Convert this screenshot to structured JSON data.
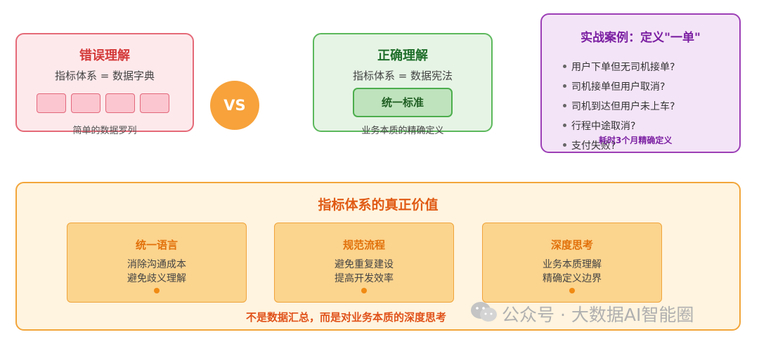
{
  "wrong": {
    "title": "错误理解",
    "subtitle": "指标体系 = 数据字典",
    "caption": "简单的数据罗列"
  },
  "vs": "VS",
  "right": {
    "title": "正确理解",
    "subtitle": "指标体系 = 数据宪法",
    "standard": "统一标准",
    "caption": "业务本质的精确定义"
  },
  "case": {
    "title": "实战案例：定义\"一单\"",
    "items": [
      "用户下单但无司机接单?",
      "司机接单但用户取消?",
      "司机到达但用户未上车?",
      "行程中途取消?",
      "支付失败?"
    ],
    "note": "耗时3个月精确定义"
  },
  "value": {
    "title": "指标体系的真正价值",
    "cards": [
      {
        "title": "统一语言",
        "lines": [
          "消除沟通成本",
          "避免歧义理解"
        ]
      },
      {
        "title": "规范流程",
        "lines": [
          "避免重复建设",
          "提高开发效率"
        ]
      },
      {
        "title": "深度思考",
        "lines": [
          "业务本质理解",
          "精确定义边界"
        ]
      }
    ],
    "footer": "不是数据汇总，而是对业务本质的深度思考"
  },
  "watermark": {
    "text": "公众号 · 大数据AI智能圈",
    "icon": "wechat-icon"
  },
  "colors": {
    "wrong_accent": "#d43a3a",
    "right_accent": "#1f6e2a",
    "case_accent": "#7b1fa2",
    "value_accent": "#e05a14",
    "vs_fill": "#f7a23b"
  }
}
